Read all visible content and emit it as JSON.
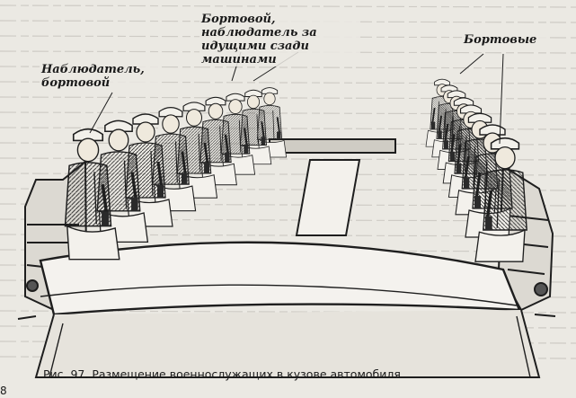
{
  "figure": {
    "callouts": {
      "observer": [
        "Наблюдатель,",
        "бортовой"
      ],
      "rear": [
        "Бортовой, наблюдатель за",
        "идущими сзади машинами"
      ],
      "side": [
        "Бортовые"
      ]
    },
    "caption": "Рис. 97. Размещение военнослужащих в кузове автомобиля"
  },
  "page": {
    "number": "8"
  }
}
